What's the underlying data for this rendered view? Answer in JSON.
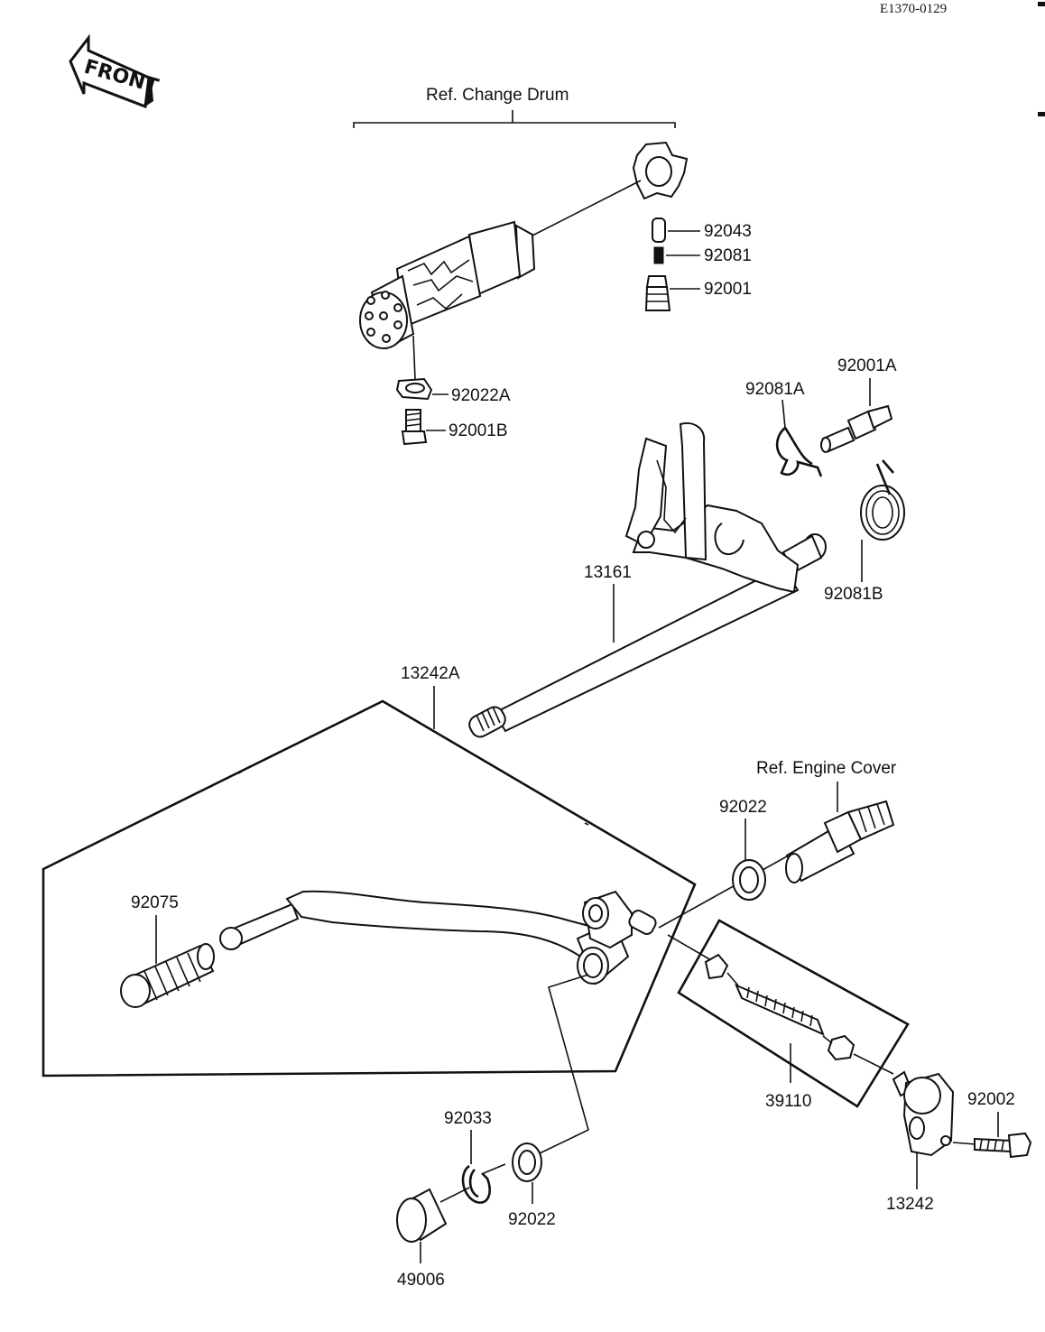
{
  "doc_code": "E1370-0129",
  "front_label": "FRONT",
  "refs": {
    "change_drum": "Ref.  Change Drum",
    "engine_cover": "Ref. Engine Cover"
  },
  "parts": {
    "p92043": "92043",
    "p92081": "92081",
    "p92001": "92001",
    "p92022A": "92022A",
    "p92001B": "92001B",
    "p92081A": "92081A",
    "p92001A": "92001A",
    "p92081B": "92081B",
    "p13161": "13161",
    "p13242A": "13242A",
    "p92022_top": "92022",
    "p92075": "92075",
    "p39110": "39110",
    "p92002": "92002",
    "p13242": "13242",
    "p92033": "92033",
    "p92022_bottom": "92022",
    "p49006": "49006"
  }
}
